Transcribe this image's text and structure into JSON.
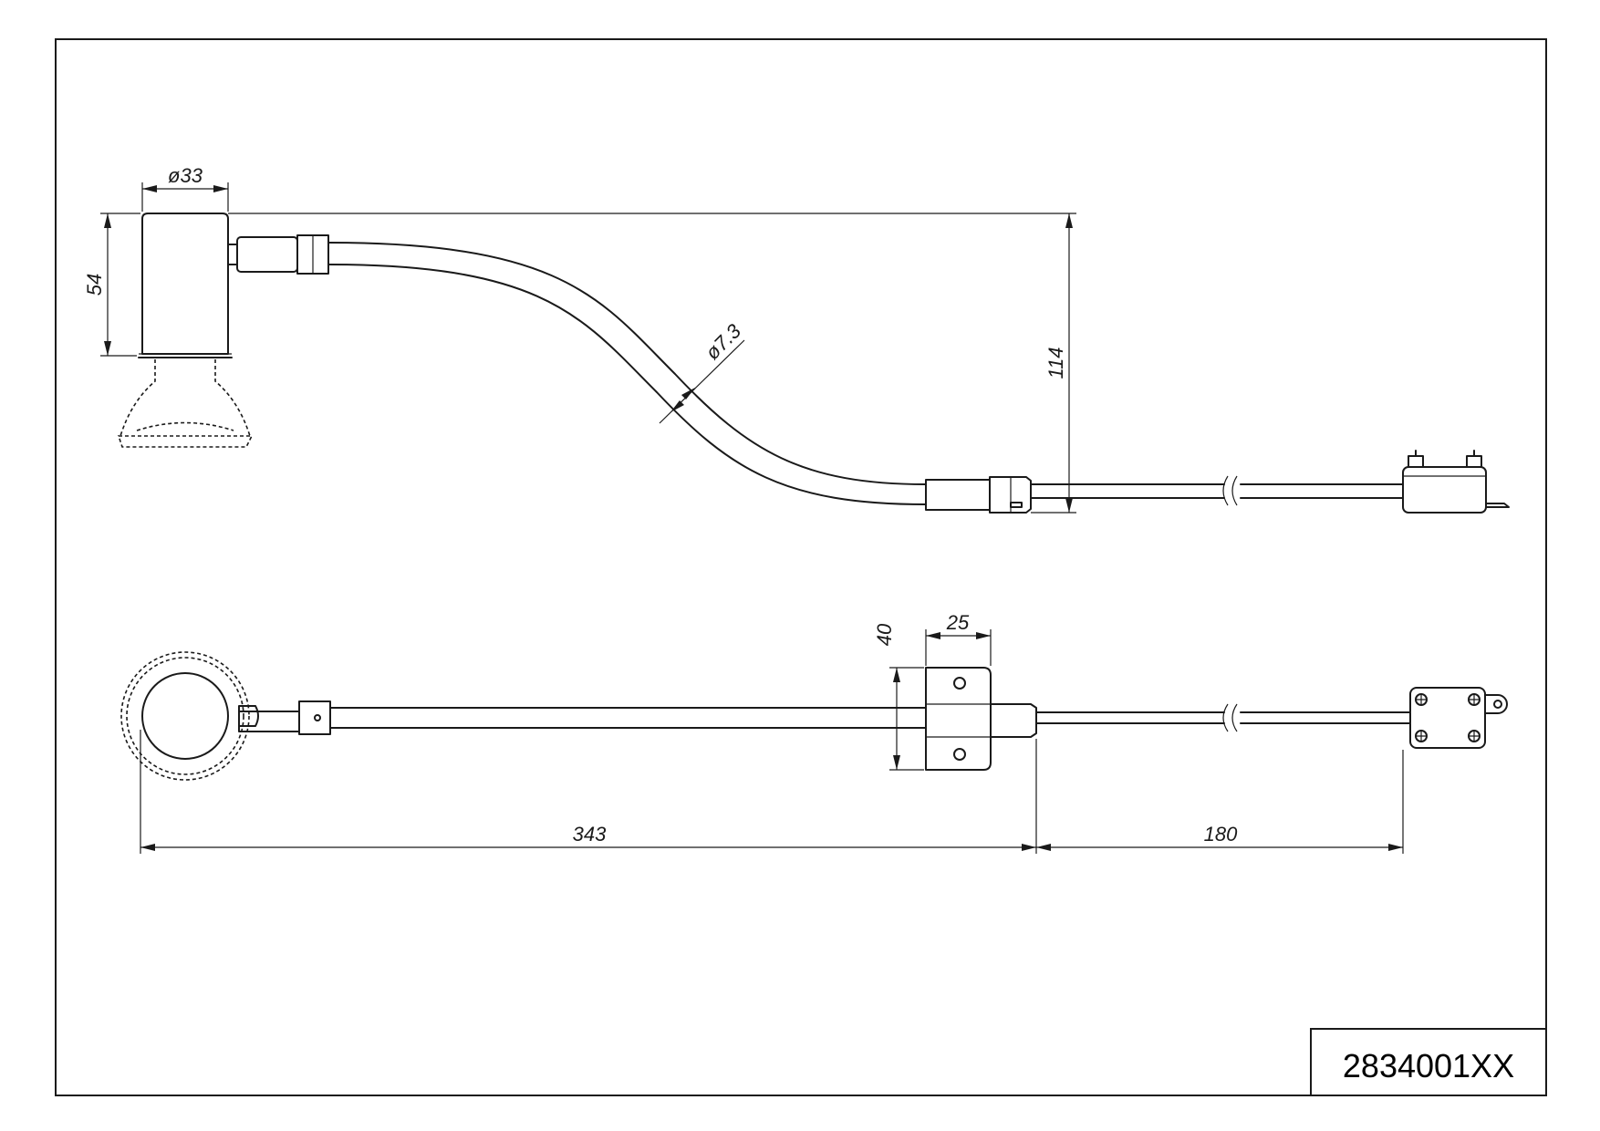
{
  "drawing": {
    "part_number": "2834001XX",
    "dimensions": {
      "head_diameter": "ø33",
      "head_height": "54",
      "arm_diameter": "ø7.3",
      "total_height": "114",
      "bracket_height": "40",
      "bracket_width": "25",
      "arm_length": "343",
      "cable_length": "180"
    }
  }
}
